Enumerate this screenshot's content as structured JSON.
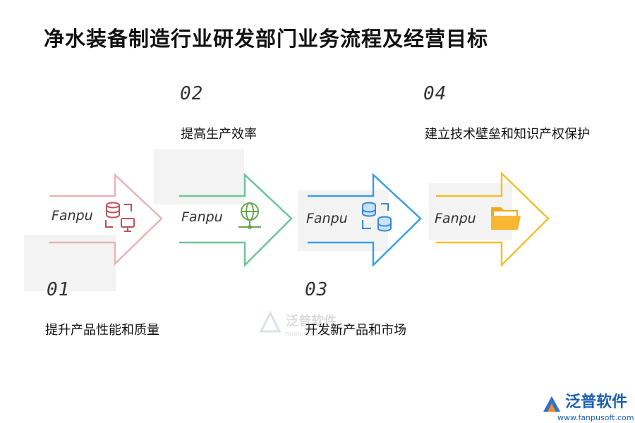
{
  "title": "净水装备制造行业研发部门业务流程及经营目标",
  "steps": [
    {
      "num": "01",
      "label": "提升产品性能和质量",
      "brand": "Fanpu",
      "icon": "database-computer-icon",
      "color": "#e8b4b8"
    },
    {
      "num": "02",
      "label": "提高生产效率",
      "brand": "Fanpu",
      "icon": "globe-network-icon",
      "color": "#6cc49a"
    },
    {
      "num": "03",
      "label": "开发新产品和市场",
      "brand": "Fanpu",
      "icon": "database-sync-icon",
      "color": "#3aa0e6"
    },
    {
      "num": "04",
      "label": "建立技术壁垒和知识产权保护",
      "brand": "Fanpu",
      "icon": "folder-icon",
      "color": "#f2c12e"
    }
  ],
  "watermark": {
    "text": "泛普软件",
    "sub": "FANPUSOFT"
  },
  "logo": {
    "text": "泛普软件",
    "url": "www.fanpusoft.com"
  }
}
